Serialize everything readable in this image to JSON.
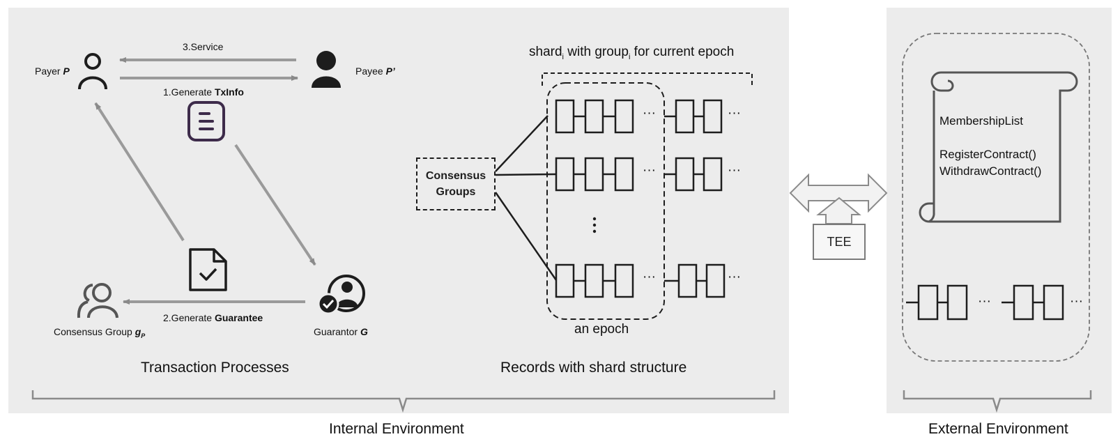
{
  "internal": {
    "environment_label": "Internal Environment",
    "transaction_section_label": "Transaction Processes",
    "records_section_label": "Records with shard structure",
    "payer": {
      "prefix": "Payer ",
      "symbol": "P"
    },
    "payee": {
      "prefix": "Payee ",
      "symbol": "P’"
    },
    "service_label": "3.Service",
    "txinfo": {
      "prefix": "1.Generate ",
      "bold": "TxInfo"
    },
    "guarantee": {
      "prefix": "2.Generate ",
      "bold": "Guarantee"
    },
    "consensus_group": {
      "prefix": "Consensus Group ",
      "symbol": "g",
      "subscript": "P"
    },
    "guarantor": {
      "prefix": "Guarantor ",
      "symbol": "G"
    },
    "consensus_groups_box": {
      "line1": "Consensus",
      "line2": "Groups"
    },
    "shard_label": {
      "word1": "shard",
      "sub1": "i",
      "middle": " with group",
      "sub2": "i",
      "rest": " for current epoch"
    },
    "epoch_label": "an epoch",
    "ellipsis": "···",
    "vertical_ellipsis": "⋮"
  },
  "external": {
    "environment_label": "External Environment",
    "tee_label": "TEE",
    "contract_lines": [
      "MembershipList",
      "RegisterContract()",
      "WithdrawContract()"
    ]
  },
  "colors": {
    "panel": "#ececec",
    "arrow": "#9a9a9a",
    "line": "#1d1d1d",
    "doc_icon": "#3d2b4a"
  },
  "icons": [
    "payer-person-outline-icon",
    "payee-person-solid-icon",
    "txinfo-document-icon",
    "guarantee-document-check-icon",
    "consensus-group-people-icon",
    "guarantor-check-user-icon",
    "contract-scroll-icon",
    "double-arrow-icon"
  ]
}
